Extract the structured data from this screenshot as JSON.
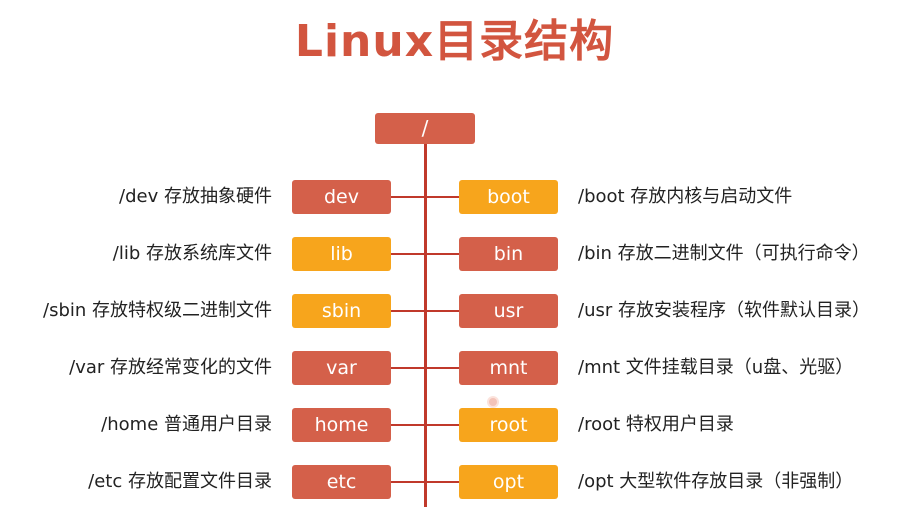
{
  "title": "Linux目录结构",
  "root": "/",
  "rows": [
    {
      "left_desc": "/dev 存放抽象硬件",
      "left_node": "dev",
      "left_color": "red",
      "right_node": "boot",
      "right_color": "orange",
      "right_desc": "/boot 存放内核与启动文件"
    },
    {
      "left_desc": "/lib 存放系统库文件",
      "left_node": "lib",
      "left_color": "orange",
      "right_node": "bin",
      "right_color": "red",
      "right_desc": "/bin 存放二进制文件（可执行命令）"
    },
    {
      "left_desc": "/sbin 存放特权级二进制文件",
      "left_node": "sbin",
      "left_color": "orange",
      "right_node": "usr",
      "right_color": "red",
      "right_desc": "/usr 存放安装程序（软件默认目录）"
    },
    {
      "left_desc": "/var 存放经常变化的文件",
      "left_node": "var",
      "left_color": "red",
      "right_node": "mnt",
      "right_color": "red",
      "right_desc": "/mnt 文件挂载目录（u盘、光驱）"
    },
    {
      "left_desc": "/home 普通用户目录",
      "left_node": "home",
      "left_color": "red",
      "right_node": "root",
      "right_color": "orange",
      "right_desc": "/root 特权用户目录"
    },
    {
      "left_desc": "/etc 存放配置文件目录",
      "left_node": "etc",
      "left_color": "red",
      "right_node": "opt",
      "right_color": "orange",
      "right_desc": "/opt 大型软件存放目录（非强制）"
    }
  ],
  "colors": {
    "title": "#d2553f",
    "red_node": "#d4604a",
    "orange_node": "#f7a51c",
    "line": "#c0392b"
  }
}
